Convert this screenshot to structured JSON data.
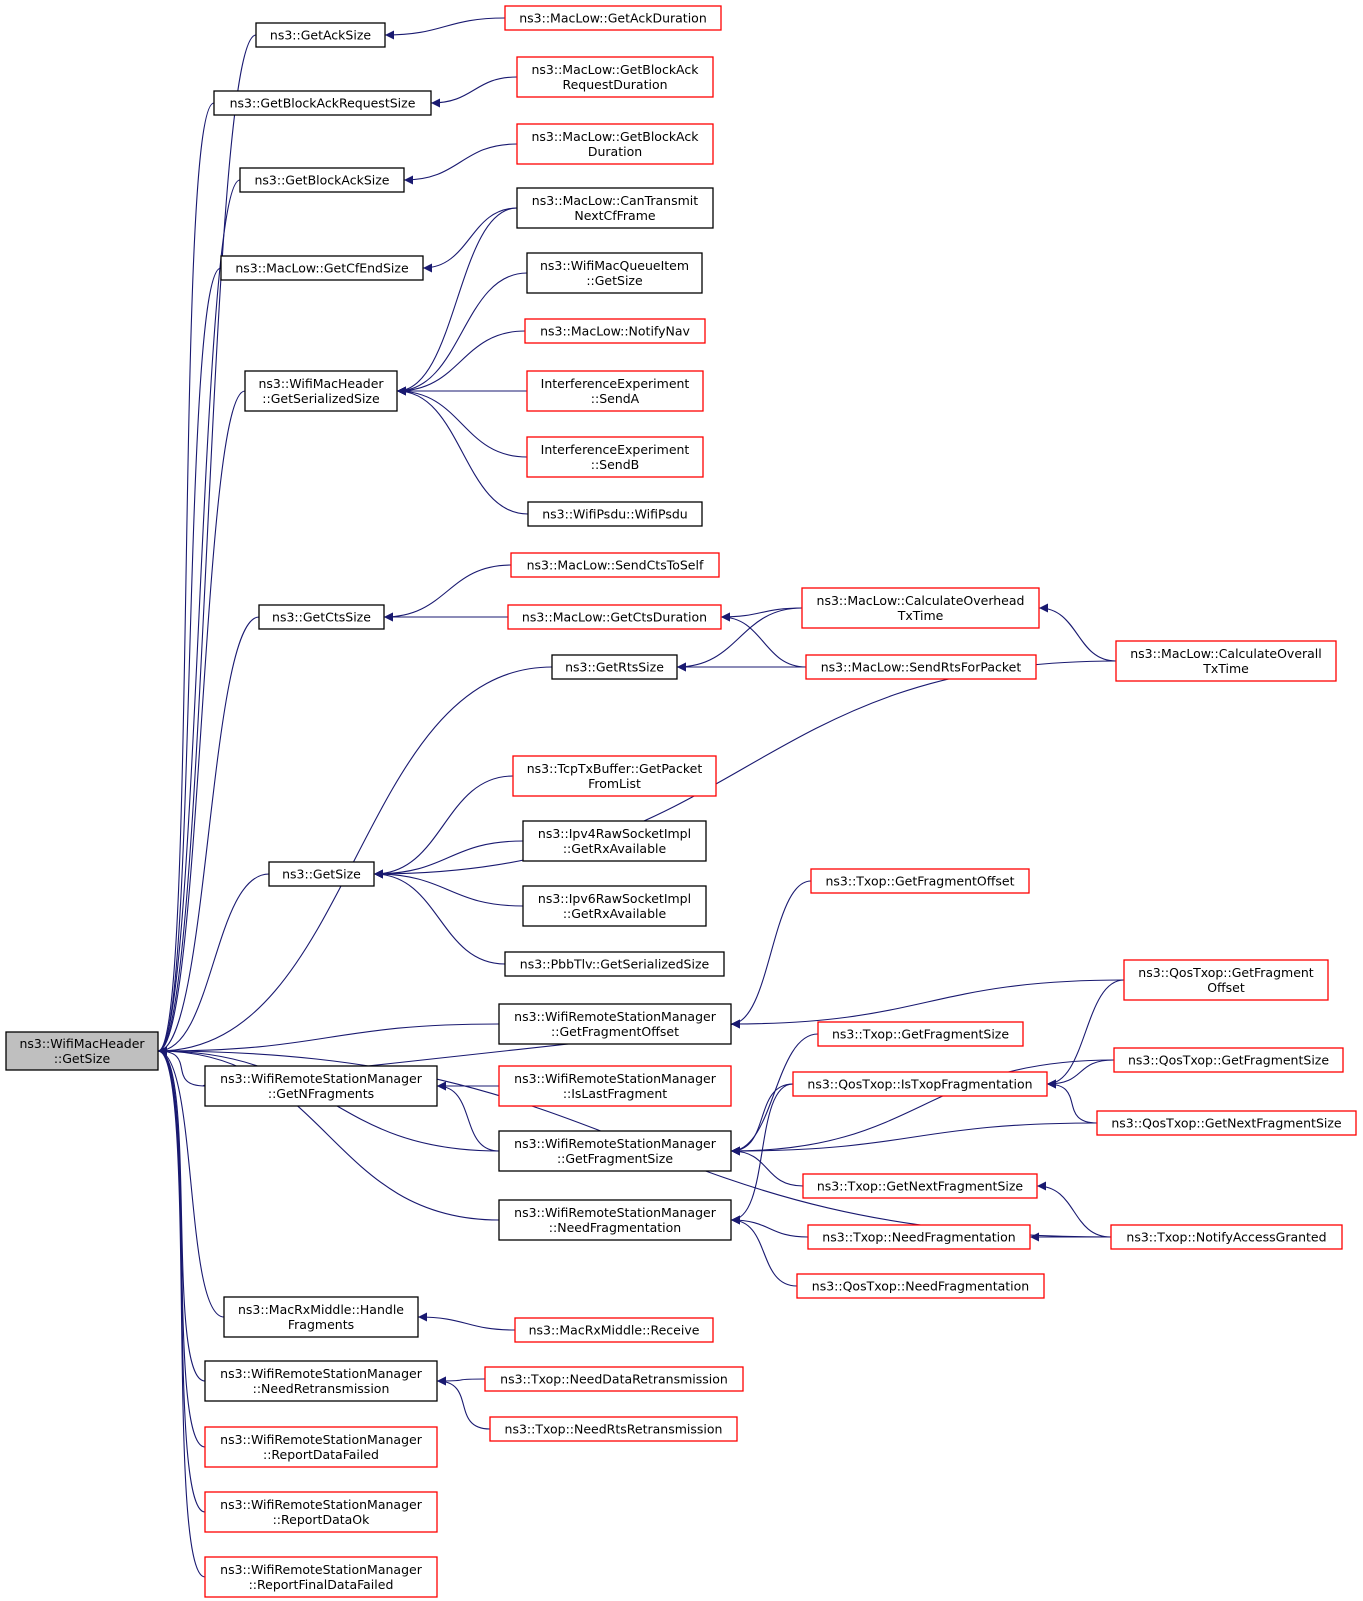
{
  "colors": {
    "edge": "#191970",
    "border_normal": "#000000",
    "border_red": "#ff0000",
    "root_fill": "#bfbfbf"
  },
  "nodes": [
    {
      "id": "n_root",
      "lines": [
        "ns3::WifiMacHeader",
        "::GetSize"
      ],
      "style": "root"
    },
    {
      "id": "n_getacksize",
      "lines": [
        "ns3::GetAckSize"
      ],
      "style": "black"
    },
    {
      "id": "n_getackduration",
      "lines": [
        "ns3::MacLow::GetAckDuration"
      ],
      "style": "red"
    },
    {
      "id": "n_getbareqsize",
      "lines": [
        "ns3::GetBlockAckRequestSize"
      ],
      "style": "black"
    },
    {
      "id": "n_getbareqduration",
      "lines": [
        "ns3::MacLow::GetBlockAck",
        "RequestDuration"
      ],
      "style": "red"
    },
    {
      "id": "n_getbasize",
      "lines": [
        "ns3::GetBlockAckSize"
      ],
      "style": "black"
    },
    {
      "id": "n_getbaduration",
      "lines": [
        "ns3::MacLow::GetBlockAck",
        "Duration"
      ],
      "style": "red"
    },
    {
      "id": "n_cantransmit",
      "lines": [
        "ns3::MacLow::CanTransmit",
        "NextCfFrame"
      ],
      "style": "black"
    },
    {
      "id": "n_getcfendsize",
      "lines": [
        "ns3::MacLow::GetCfEndSize"
      ],
      "style": "black"
    },
    {
      "id": "n_queueitem",
      "lines": [
        "ns3::WifiMacQueueItem",
        "::GetSize"
      ],
      "style": "black"
    },
    {
      "id": "n_notifynav",
      "lines": [
        "ns3::MacLow::NotifyNav"
      ],
      "style": "red"
    },
    {
      "id": "n_sersize",
      "lines": [
        "ns3::WifiMacHeader",
        "::GetSerializedSize"
      ],
      "style": "black"
    },
    {
      "id": "n_senda",
      "lines": [
        "InterferenceExperiment",
        "::SendA"
      ],
      "style": "red"
    },
    {
      "id": "n_sendb",
      "lines": [
        "InterferenceExperiment",
        "::SendB"
      ],
      "style": "red"
    },
    {
      "id": "n_wifipsdu",
      "lines": [
        "ns3::WifiPsdu::WifiPsdu"
      ],
      "style": "black"
    },
    {
      "id": "n_sendctstoself",
      "lines": [
        "ns3::MacLow::SendCtsToSelf"
      ],
      "style": "red"
    },
    {
      "id": "n_getctssize",
      "lines": [
        "ns3::GetCtsSize"
      ],
      "style": "black"
    },
    {
      "id": "n_getctsduration",
      "lines": [
        "ns3::MacLow::GetCtsDuration"
      ],
      "style": "red"
    },
    {
      "id": "n_calcoverhead",
      "lines": [
        "ns3::MacLow::CalculateOverhead",
        "TxTime"
      ],
      "style": "red"
    },
    {
      "id": "n_getrtssize",
      "lines": [
        "ns3::GetRtsSize"
      ],
      "style": "black"
    },
    {
      "id": "n_sendrts",
      "lines": [
        "ns3::MacLow::SendRtsForPacket"
      ],
      "style": "red"
    },
    {
      "id": "n_calcoverall",
      "lines": [
        "ns3::MacLow::CalculateOverall",
        "TxTime"
      ],
      "style": "red"
    },
    {
      "id": "n_tcptxbuffer",
      "lines": [
        "ns3::TcpTxBuffer::GetPacket",
        "FromList"
      ],
      "style": "red"
    },
    {
      "id": "n_ipv4raw",
      "lines": [
        "ns3::Ipv4RawSocketImpl",
        "::GetRxAvailable"
      ],
      "style": "black"
    },
    {
      "id": "n_getsize",
      "lines": [
        "ns3::GetSize"
      ],
      "style": "black"
    },
    {
      "id": "n_ipv6raw",
      "lines": [
        "ns3::Ipv6RawSocketImpl",
        "::GetRxAvailable"
      ],
      "style": "black"
    },
    {
      "id": "n_pbbtlv",
      "lines": [
        "ns3::PbbTlv::GetSerializedSize"
      ],
      "style": "black"
    },
    {
      "id": "n_txop_getfragoffset",
      "lines": [
        "ns3::Txop::GetFragmentOffset"
      ],
      "style": "red"
    },
    {
      "id": "n_qos_getfragoffset",
      "lines": [
        "ns3::QosTxop::GetFragment",
        "Offset"
      ],
      "style": "red"
    },
    {
      "id": "n_wrsm_getfragoffset",
      "lines": [
        "ns3::WifiRemoteStationManager",
        "::GetFragmentOffset"
      ],
      "style": "black"
    },
    {
      "id": "n_txop_getfragsize",
      "lines": [
        "ns3::Txop::GetFragmentSize"
      ],
      "style": "red"
    },
    {
      "id": "n_qos_getfragsize",
      "lines": [
        "ns3::QosTxop::GetFragmentSize"
      ],
      "style": "red"
    },
    {
      "id": "n_wrsm_getnfrag",
      "lines": [
        "ns3::WifiRemoteStationManager",
        "::GetNFragments"
      ],
      "style": "black"
    },
    {
      "id": "n_wrsm_islastfrag",
      "lines": [
        "ns3::WifiRemoteStationManager",
        "::IsLastFragment"
      ],
      "style": "red"
    },
    {
      "id": "n_qos_istxopfrag",
      "lines": [
        "ns3::QosTxop::IsTxopFragmentation"
      ],
      "style": "red"
    },
    {
      "id": "n_qos_getnextfragsize",
      "lines": [
        "ns3::QosTxop::GetNextFragmentSize"
      ],
      "style": "red"
    },
    {
      "id": "n_wrsm_getfragsize",
      "lines": [
        "ns3::WifiRemoteStationManager",
        "::GetFragmentSize"
      ],
      "style": "black"
    },
    {
      "id": "n_txop_getnextfragsize",
      "lines": [
        "ns3::Txop::GetNextFragmentSize"
      ],
      "style": "red"
    },
    {
      "id": "n_wrsm_needfrag",
      "lines": [
        "ns3::WifiRemoteStationManager",
        "::NeedFragmentation"
      ],
      "style": "black"
    },
    {
      "id": "n_txop_needfrag",
      "lines": [
        "ns3::Txop::NeedFragmentation"
      ],
      "style": "red"
    },
    {
      "id": "n_txop_notifyaccess",
      "lines": [
        "ns3::Txop::NotifyAccessGranted"
      ],
      "style": "red"
    },
    {
      "id": "n_qos_needfrag",
      "lines": [
        "ns3::QosTxop::NeedFragmentation"
      ],
      "style": "red"
    },
    {
      "id": "n_handlefrag",
      "lines": [
        "ns3::MacRxMiddle::Handle",
        "Fragments"
      ],
      "style": "black"
    },
    {
      "id": "n_receive",
      "lines": [
        "ns3::MacRxMiddle::Receive"
      ],
      "style": "red"
    },
    {
      "id": "n_wrsm_needretx",
      "lines": [
        "ns3::WifiRemoteStationManager",
        "::NeedRetransmission"
      ],
      "style": "black"
    },
    {
      "id": "n_txop_needdataretx",
      "lines": [
        "ns3::Txop::NeedDataRetransmission"
      ],
      "style": "red"
    },
    {
      "id": "n_txop_needrtsretx",
      "lines": [
        "ns3::Txop::NeedRtsRetransmission"
      ],
      "style": "red"
    },
    {
      "id": "n_wrsm_reportdatafailed",
      "lines": [
        "ns3::WifiRemoteStationManager",
        "::ReportDataFailed"
      ],
      "style": "red"
    },
    {
      "id": "n_wrsm_reportdataok",
      "lines": [
        "ns3::WifiRemoteStationManager",
        "::ReportDataOk"
      ],
      "style": "red"
    },
    {
      "id": "n_wrsm_reportfinal",
      "lines": [
        "ns3::WifiRemoteStationManager",
        "::ReportFinalDataFailed"
      ],
      "style": "red"
    }
  ],
  "edges": [
    {
      "from": "n_getackduration",
      "to": "n_getacksize"
    },
    {
      "from": "n_getbareqduration",
      "to": "n_getbareqsize"
    },
    {
      "from": "n_getbaduration",
      "to": "n_getbasize"
    },
    {
      "from": "n_cantransmit",
      "to": "n_getcfendsize"
    },
    {
      "from": "n_cantransmit",
      "to": "n_sersize"
    },
    {
      "from": "n_queueitem",
      "to": "n_sersize"
    },
    {
      "from": "n_notifynav",
      "to": "n_sersize"
    },
    {
      "from": "n_senda",
      "to": "n_sersize"
    },
    {
      "from": "n_sendb",
      "to": "n_sersize"
    },
    {
      "from": "n_wifipsdu",
      "to": "n_sersize"
    },
    {
      "from": "n_sendctstoself",
      "to": "n_getctssize"
    },
    {
      "from": "n_getctsduration",
      "to": "n_getctssize"
    },
    {
      "from": "n_calcoverhead",
      "to": "n_getctsduration"
    },
    {
      "from": "n_sendrts",
      "to": "n_getctsduration"
    },
    {
      "from": "n_calcoverhead",
      "to": "n_getrtssize"
    },
    {
      "from": "n_sendrts",
      "to": "n_getrtssize"
    },
    {
      "from": "n_calcoverall",
      "to": "n_calcoverhead"
    },
    {
      "from": "n_calcoverall",
      "to": "n_getsize"
    },
    {
      "from": "n_tcptxbuffer",
      "to": "n_getsize"
    },
    {
      "from": "n_ipv4raw",
      "to": "n_getsize"
    },
    {
      "from": "n_ipv6raw",
      "to": "n_getsize"
    },
    {
      "from": "n_pbbtlv",
      "to": "n_getsize"
    },
    {
      "from": "n_txop_getfragoffset",
      "to": "n_wrsm_getfragoffset"
    },
    {
      "from": "n_qos_getfragoffset",
      "to": "n_wrsm_getfragoffset"
    },
    {
      "from": "n_wrsm_getnfrag",
      "to": "n_wrsm_getfragoffset"
    },
    {
      "from": "n_wrsm_islastfrag",
      "to": "n_wrsm_getnfrag"
    },
    {
      "from": "n_wrsm_getfragsize",
      "to": "n_wrsm_getnfrag"
    },
    {
      "from": "n_txop_getfragsize",
      "to": "n_wrsm_getfragsize"
    },
    {
      "from": "n_qos_getfragsize",
      "to": "n_wrsm_getfragsize"
    },
    {
      "from": "n_qos_istxopfrag",
      "to": "n_wrsm_getfragsize"
    },
    {
      "from": "n_qos_getnextfragsize",
      "to": "n_wrsm_getfragsize"
    },
    {
      "from": "n_txop_getnextfragsize",
      "to": "n_wrsm_getfragsize"
    },
    {
      "from": "n_qos_getfragoffset",
      "to": "n_qos_istxopfrag"
    },
    {
      "from": "n_qos_getfragsize",
      "to": "n_qos_istxopfrag"
    },
    {
      "from": "n_qos_getnextfragsize",
      "to": "n_qos_istxopfrag"
    },
    {
      "from": "n_qos_istxopfrag",
      "to": "n_wrsm_needfrag"
    },
    {
      "from": "n_txop_needfrag",
      "to": "n_wrsm_needfrag"
    },
    {
      "from": "n_qos_needfrag",
      "to": "n_wrsm_needfrag"
    },
    {
      "from": "n_txop_notifyaccess",
      "to": "n_txop_needfrag"
    },
    {
      "from": "n_txop_notifyaccess",
      "to": "n_txop_getnextfragsize"
    },
    {
      "from": "n_receive",
      "to": "n_handlefrag"
    },
    {
      "from": "n_txop_needdataretx",
      "to": "n_wrsm_needretx"
    },
    {
      "from": "n_txop_needrtsretx",
      "to": "n_wrsm_needretx"
    },
    {
      "from": "n_getacksize",
      "to": "n_root"
    },
    {
      "from": "n_getbareqsize",
      "to": "n_root"
    },
    {
      "from": "n_getbasize",
      "to": "n_root"
    },
    {
      "from": "n_getcfendsize",
      "to": "n_root"
    },
    {
      "from": "n_sersize",
      "to": "n_root"
    },
    {
      "from": "n_getctssize",
      "to": "n_root"
    },
    {
      "from": "n_getrtssize",
      "to": "n_root"
    },
    {
      "from": "n_getsize",
      "to": "n_root"
    },
    {
      "from": "n_wrsm_getfragoffset",
      "to": "n_root"
    },
    {
      "from": "n_wrsm_getnfrag",
      "to": "n_root"
    },
    {
      "from": "n_wrsm_getfragsize",
      "to": "n_root"
    },
    {
      "from": "n_wrsm_needfrag",
      "to": "n_root"
    },
    {
      "from": "n_txop_notifyaccess",
      "to": "n_root"
    },
    {
      "from": "n_handlefrag",
      "to": "n_root"
    },
    {
      "from": "n_wrsm_needretx",
      "to": "n_root"
    },
    {
      "from": "n_wrsm_reportdatafailed",
      "to": "n_root"
    },
    {
      "from": "n_wrsm_reportdataok",
      "to": "n_root"
    },
    {
      "from": "n_wrsm_reportfinal",
      "to": "n_root"
    }
  ]
}
